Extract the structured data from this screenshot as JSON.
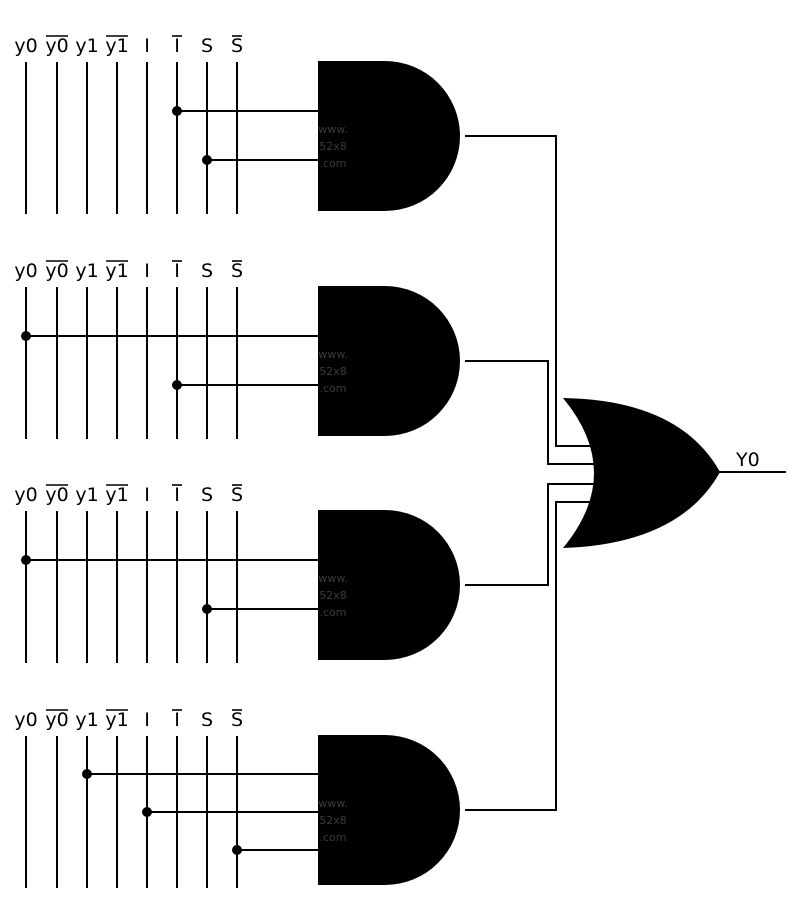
{
  "diagram": {
    "colors": {
      "ink": "#000000",
      "paper": "#ffffff"
    },
    "input_signals": [
      {
        "label": "y0",
        "inverted": false
      },
      {
        "label": "y0",
        "inverted": true
      },
      {
        "label": "y1",
        "inverted": false
      },
      {
        "label": "y1",
        "inverted": true
      },
      {
        "label": "I",
        "inverted": false
      },
      {
        "label": "I",
        "inverted": true
      },
      {
        "label": "S",
        "inverted": false
      },
      {
        "label": "S",
        "inverted": true
      }
    ],
    "and_gates": [
      {
        "inputs": [
          5,
          6
        ],
        "watermark": [
          "www.",
          "52x8",
          ".com"
        ]
      },
      {
        "inputs": [
          0,
          5
        ],
        "watermark": [
          "www.",
          "52x8",
          ".com"
        ]
      },
      {
        "inputs": [
          0,
          6
        ],
        "watermark": [
          "www.",
          "52x8",
          ".com"
        ]
      },
      {
        "inputs": [
          2,
          4,
          7
        ],
        "watermark": [
          "www.",
          "52x8",
          ".com"
        ]
      }
    ],
    "or_gate": {
      "output_label": "Y0"
    }
  }
}
